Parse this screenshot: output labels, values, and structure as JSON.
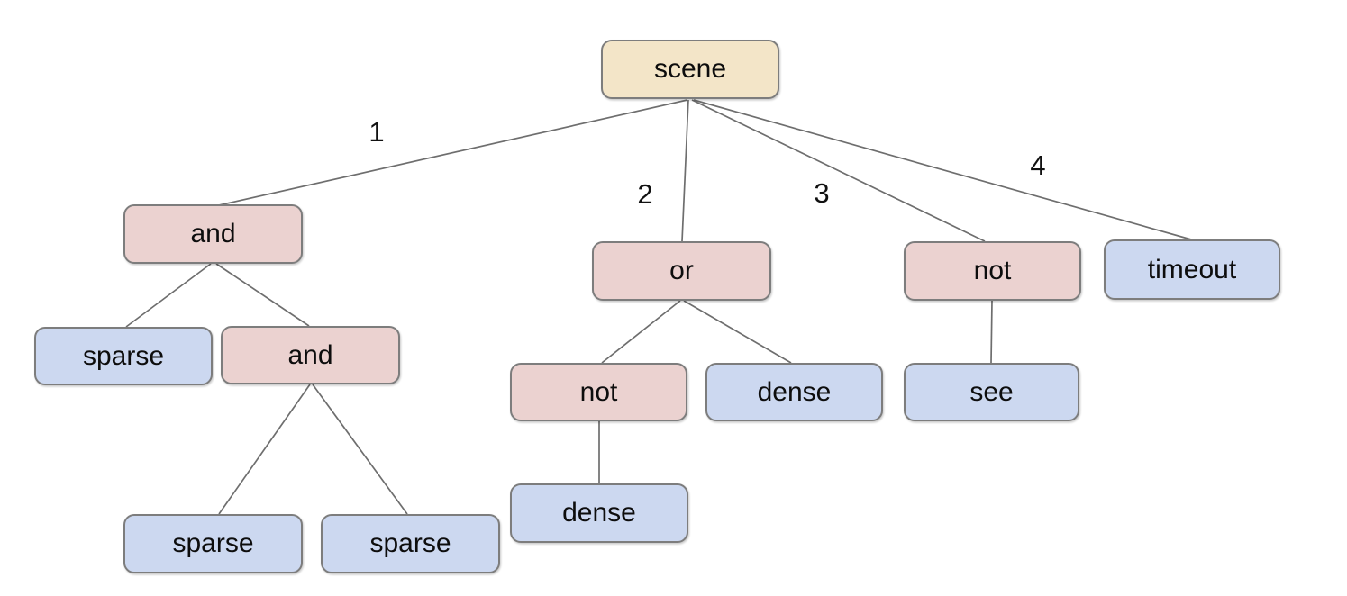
{
  "colors": {
    "background": "#ffffff",
    "root_fill": "#f3e5c8",
    "operator_fill": "#ebd2d0",
    "leaf_fill": "#ccd8f0",
    "node_border": "#7d7d7d",
    "edge_color": "#6e6e6e",
    "text_color": "#0d0d0d"
  },
  "nodes": [
    {
      "id": "scene",
      "label": "scene",
      "kind": "root"
    },
    {
      "id": "and-1",
      "label": "and",
      "kind": "operator"
    },
    {
      "id": "sparse-1",
      "label": "sparse",
      "kind": "leaf"
    },
    {
      "id": "and-2",
      "label": "and",
      "kind": "operator"
    },
    {
      "id": "sparse-2",
      "label": "sparse",
      "kind": "leaf"
    },
    {
      "id": "sparse-3",
      "label": "sparse",
      "kind": "leaf"
    },
    {
      "id": "or-1",
      "label": "or",
      "kind": "operator"
    },
    {
      "id": "not-2",
      "label": "not",
      "kind": "operator"
    },
    {
      "id": "dense-2",
      "label": "dense",
      "kind": "leaf"
    },
    {
      "id": "dense-1",
      "label": "dense",
      "kind": "leaf"
    },
    {
      "id": "not-1",
      "label": "not",
      "kind": "operator"
    },
    {
      "id": "see-1",
      "label": "see",
      "kind": "leaf"
    },
    {
      "id": "timeout-1",
      "label": "timeout",
      "kind": "leaf"
    }
  ],
  "edges": [
    {
      "from": "scene",
      "to": "and-1",
      "label": "1"
    },
    {
      "from": "scene",
      "to": "or-1",
      "label": "2"
    },
    {
      "from": "scene",
      "to": "not-1",
      "label": "3"
    },
    {
      "from": "scene",
      "to": "timeout-1",
      "label": "4"
    },
    {
      "from": "and-1",
      "to": "sparse-1",
      "label": ""
    },
    {
      "from": "and-1",
      "to": "and-2",
      "label": ""
    },
    {
      "from": "and-2",
      "to": "sparse-2",
      "label": ""
    },
    {
      "from": "and-2",
      "to": "sparse-3",
      "label": ""
    },
    {
      "from": "or-1",
      "to": "not-2",
      "label": ""
    },
    {
      "from": "or-1",
      "to": "dense-1",
      "label": ""
    },
    {
      "from": "not-2",
      "to": "dense-2",
      "label": ""
    },
    {
      "from": "not-1",
      "to": "see-1",
      "label": ""
    }
  ]
}
